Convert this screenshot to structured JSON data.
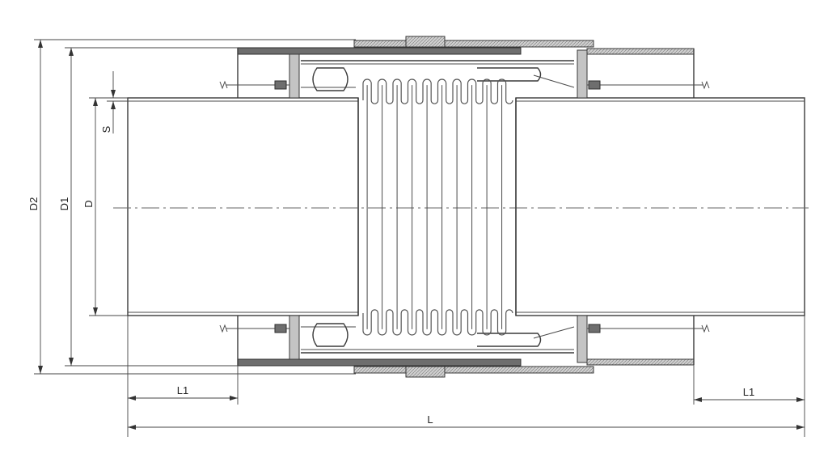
{
  "labels": {
    "d2": "D2",
    "d1": "D1",
    "d": "D",
    "s": "S",
    "l1_left": "L1",
    "l1_right": "L1",
    "l": "L"
  },
  "colors": {
    "line": "#3a3a3a",
    "shell": "#b9b9b9",
    "shell_dark": "#6e6e6e",
    "background": "#ffffff"
  }
}
